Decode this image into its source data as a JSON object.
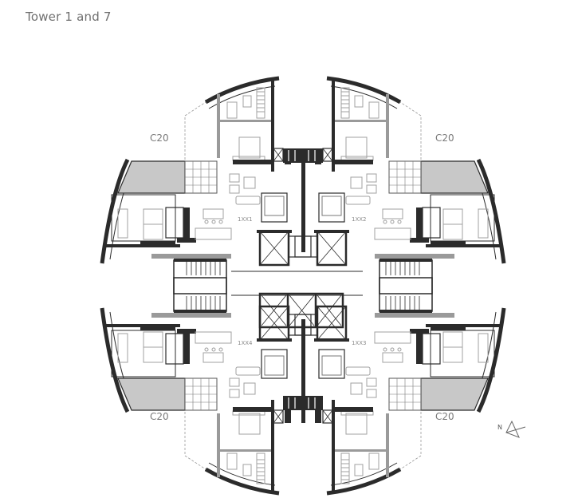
{
  "header": {
    "title": "Tower 1 and 7"
  },
  "plan": {
    "units": [
      {
        "id": "1XX1",
        "position": "top-left"
      },
      {
        "id": "1XX2",
        "position": "top-right"
      },
      {
        "id": "1XX3",
        "position": "bottom-right"
      },
      {
        "id": "1XX4",
        "position": "bottom-left"
      }
    ],
    "unit_labels": {
      "u1": "1XX1",
      "u2": "1XX2",
      "u3": "1XX3",
      "u4": "1XX4"
    },
    "zones": {
      "tl": "C20",
      "tr": "C20",
      "bl": "C20",
      "br": "C20"
    },
    "compass": {
      "label": "N"
    }
  },
  "colors": {
    "wall_dark": "#2b2b2b",
    "wall_grey": "#9a9a9a",
    "balcony_fill": "#c8c8c8",
    "furniture": "#a0a0a0",
    "label": "#7a7a7a"
  }
}
